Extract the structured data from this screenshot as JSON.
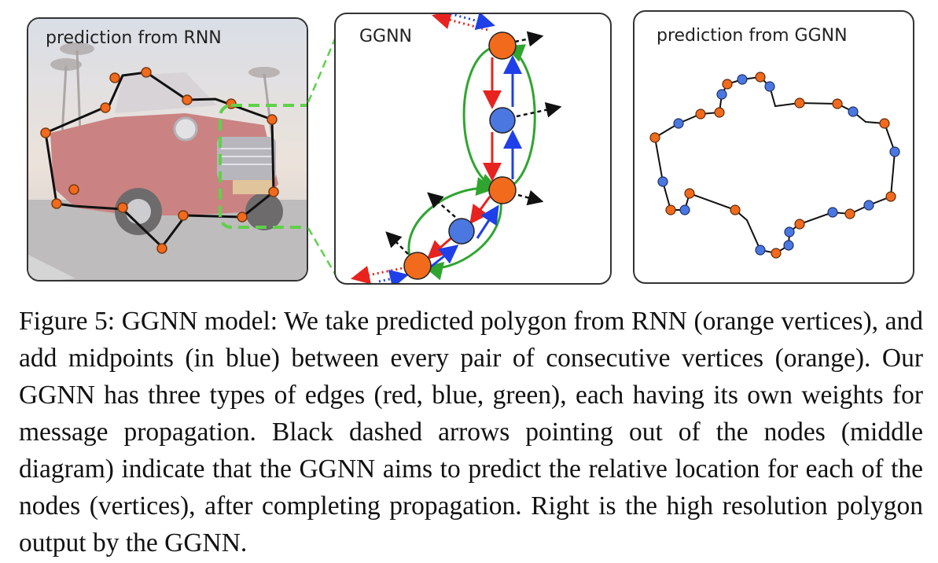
{
  "figure": {
    "left_panel": {
      "label": "prediction from RNN"
    },
    "mid_panel": {
      "label": "GGNN"
    },
    "right_panel": {
      "label": "prediction from GGNN"
    },
    "caption": "Figure 5: GGNN model: We take predicted polygon from RNN (orange vertices), and add midpoints (in blue) between every pair of consecutive vertices (orange). Our GGNN has three types of edges (red, blue, green), each having its own weights for message propagation. Black dashed arrows pointing out of the nodes (middle diagram) indicate that the GGNN aims to predict the relative location for each of the nodes (vertices), after completing propagation. Right is the high resolution polygon output by the GGNN."
  },
  "colors": {
    "orange_vertex": "#f26a1b",
    "blue_midpoint": "#4a78e0",
    "red_edge": "#e8231f",
    "blue_edge": "#1f3fe8",
    "green_edge": "#2fa52f",
    "zoom_box": "#5fd14a"
  }
}
